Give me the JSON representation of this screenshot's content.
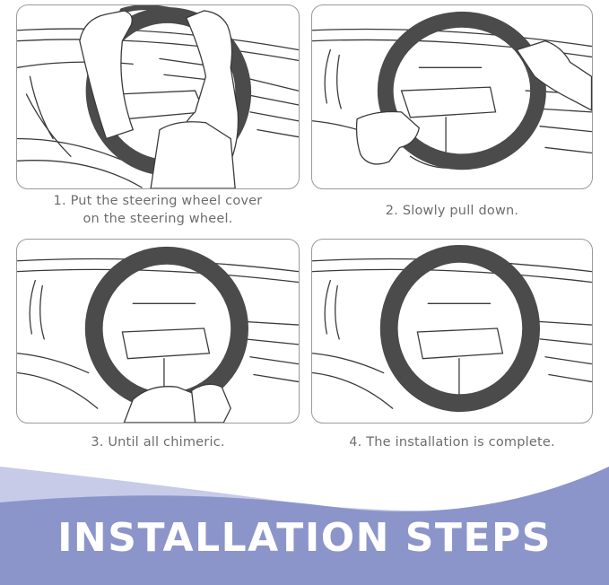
{
  "steps": [
    {
      "caption_line1": "1. Put the steering wheel cover",
      "caption_line2": "on the steering wheel."
    },
    {
      "caption_line1": "2. Slowly pull down.",
      "caption_line2": ""
    },
    {
      "caption_line1": "3. Until all chimeric.",
      "caption_line2": ""
    },
    {
      "caption_line1": "4. The installation is complete.",
      "caption_line2": ""
    }
  ],
  "banner": {
    "title": "INSTALLATION STEPS",
    "background_color": "#8c95c9",
    "light_wave_color": "#c7cbe8",
    "text_color": "#ffffff"
  },
  "colors": {
    "wheel_cover": "#4b4b4b",
    "line_art": "#3a3a3a",
    "panel_border": "#9a9a9a",
    "caption_text": "#6d6d6d"
  }
}
